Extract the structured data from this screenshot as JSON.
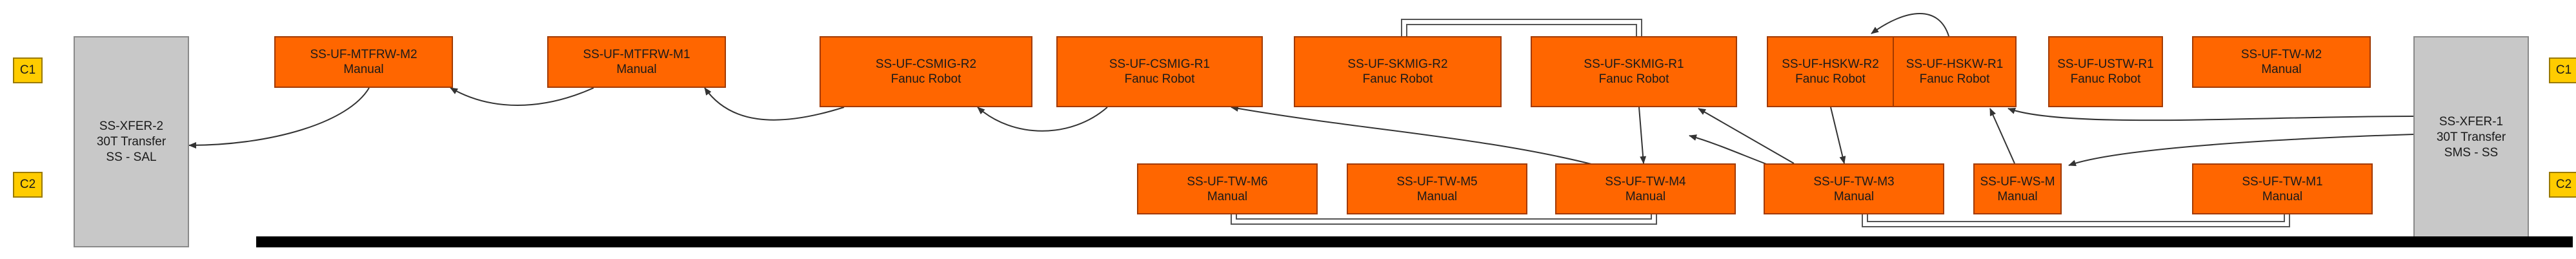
{
  "colors": {
    "station": "#ff6600",
    "station_border": "#a23a00",
    "transfer": "#c8c8c8",
    "lane_tag": "#ffcc00",
    "conveyor": "#000000",
    "connector": "#333333"
  },
  "lane_tags": {
    "c1": "C1",
    "c2": "C2"
  },
  "transfers": {
    "xfer2": {
      "line1": "SS-XFER-2",
      "line2": "30T Transfer",
      "line3": "SS - SAL"
    },
    "xfer1": {
      "line1": "SS-XFER-1",
      "line2": "30T Transfer",
      "line3": "SMS - SS"
    }
  },
  "stations": {
    "mtfrw_m2": {
      "name": "SS-UF-MTFRW-M2",
      "type": "Manual"
    },
    "mtfrw_m1": {
      "name": "SS-UF-MTFRW-M1",
      "type": "Manual"
    },
    "csmig_r2": {
      "name": "SS-UF-CSMIG-R2",
      "type": "Fanuc Robot"
    },
    "csmig_r1": {
      "name": "SS-UF-CSMIG-R1",
      "type": "Fanuc Robot"
    },
    "skmig_r2": {
      "name": "SS-UF-SKMIG-R2",
      "type": "Fanuc Robot"
    },
    "skmig_r1": {
      "name": "SS-UF-SKMIG-R1",
      "type": "Fanuc Robot"
    },
    "hskw_r2": {
      "name": "SS-UF-HSKW-R2",
      "type": "Fanuc Robot"
    },
    "hskw_r1": {
      "name": "SS-UF-HSKW-R1",
      "type": "Fanuc Robot"
    },
    "ustw_r1": {
      "name": "SS-UF-USTW-R1",
      "type": "Fanuc Robot"
    },
    "tw_m2": {
      "name": "SS-UF-TW-M2",
      "type": "Manual"
    },
    "tw_m6": {
      "name": "SS-UF-TW-M6",
      "type": "Manual"
    },
    "tw_m5": {
      "name": "SS-UF-TW-M5",
      "type": "Manual"
    },
    "tw_m4": {
      "name": "SS-UF-TW-M4",
      "type": "Manual"
    },
    "tw_m3": {
      "name": "SS-UF-TW-M3",
      "type": "Manual"
    },
    "ws_m": {
      "name": "SS-UF-WS-M",
      "type": "Manual"
    },
    "tw_m1": {
      "name": "SS-UF-TW-M1",
      "type": "Manual"
    }
  }
}
